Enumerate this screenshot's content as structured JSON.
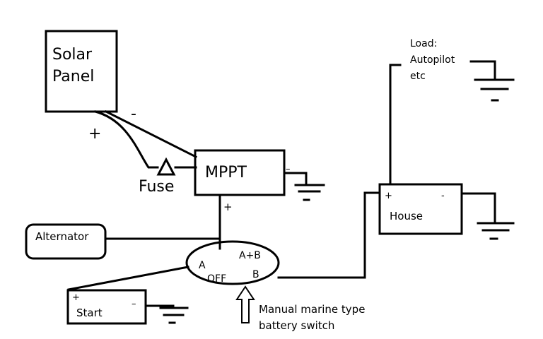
{
  "components": {
    "solar_panel": {
      "line1": "Solar",
      "line2": "Panel",
      "neg": "-",
      "pos": "+"
    },
    "fuse": {
      "label": "Fuse"
    },
    "mppt": {
      "label": "MPPT",
      "neg": "–",
      "pos": "+"
    },
    "alternator": {
      "label": "Alternator"
    },
    "switch": {
      "a": "A",
      "ab": "A+B",
      "off": "OFF",
      "b": "B",
      "caption_line1": "Manual marine type",
      "caption_line2": "battery switch"
    },
    "start_battery": {
      "label": "Start",
      "pos": "+",
      "neg": "–"
    },
    "house_battery": {
      "label": "House",
      "pos": "+",
      "neg": "-"
    },
    "load": {
      "line1": "Load:",
      "line2": "Autopilot",
      "line3": "etc"
    }
  }
}
